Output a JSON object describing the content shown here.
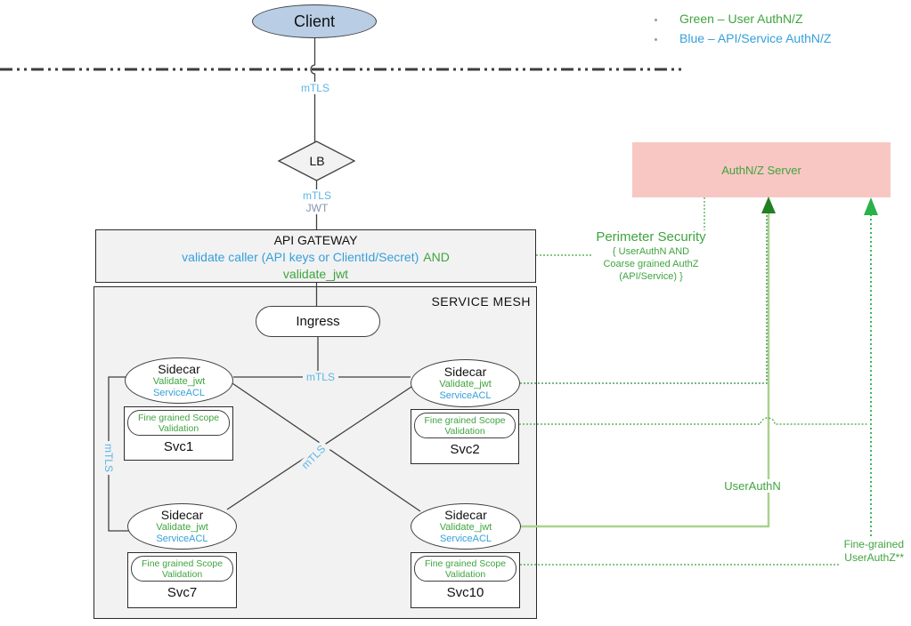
{
  "legend": {
    "green": "Green – User AuthN/Z",
    "blue": "Blue – API/Service AuthN/Z"
  },
  "client": {
    "label": "Client"
  },
  "lb": {
    "label": "LB"
  },
  "edge_labels": {
    "mtls_client": "mTLS",
    "mtls_lb": "mTLS",
    "jwt": "JWT",
    "mtls_top": "mTLS",
    "mtls_left": "mTLS",
    "mtls_diag": "mTLS"
  },
  "gateway": {
    "title": "API GATEWAY",
    "validate_caller": "validate caller (API keys or ClientId/Secret)",
    "and": "AND",
    "validate_jwt": "validate_jwt"
  },
  "mesh": {
    "label": "SERVICE MESH",
    "ingress": "Ingress"
  },
  "sidecar": {
    "title": "Sidecar",
    "validate_jwt": "Validate_jwt",
    "service_acl": "ServiceACL"
  },
  "scope": {
    "line1": "Fine grained Scope",
    "line2": "Validation"
  },
  "services": [
    "Svc1",
    "Svc2",
    "Svc7",
    "Svc10"
  ],
  "server": {
    "label": "AuthN/Z Server"
  },
  "perimeter": {
    "title": "Perimeter Security",
    "line1": "{ UserAuthN AND",
    "line2": "Coarse grained AuthZ",
    "line3": "(API/Service) }"
  },
  "annotations": {
    "user_authn": "UserAuthN",
    "fine_grained_line1": "Fine-grained",
    "fine_grained_line2": "UserAuthZ**"
  },
  "colors": {
    "green_text": "#3FA43F",
    "blue_text": "#35A0DB",
    "light_blue_text": "#5BB5E8",
    "jwt_gray_blue": "#8496B0",
    "client_fill": "#B9CDE5",
    "panel_fill": "#F2F2F2",
    "server_fill": "#F9C7C3",
    "dark_green_arrow": "#218021",
    "bright_green_arrow": "#29B14B",
    "pale_green_line": "#A9D18E",
    "dotted_green": "#3FA43F",
    "line_dark": "#404040"
  }
}
